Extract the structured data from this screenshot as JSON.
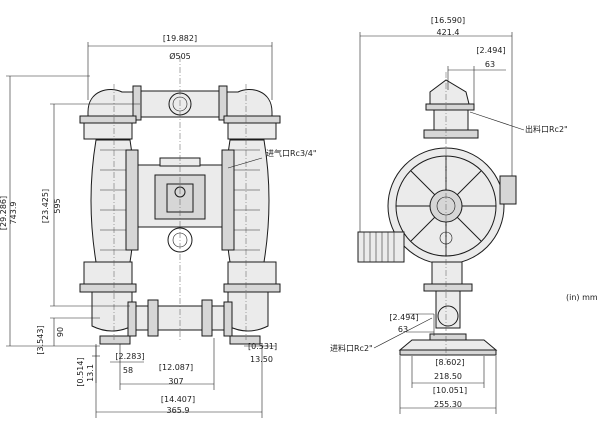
{
  "units_note": "(in) mm",
  "front_view": {
    "width_top_in": "[19.882]",
    "width_top_mm": "Ø505",
    "height_total_in": "[29.286]",
    "height_total_mm": "743.9",
    "height_inlet_in": "[23.425]",
    "height_inlet_mm": "595",
    "air_inlet": "进气口Rc3/4\"",
    "height_base_in": "[3.543]",
    "height_base_mm": "90",
    "foot_height_in": "[0.514]",
    "foot_height_mm": "13.1",
    "foot_width_in": "[2.283]",
    "foot_width_mm": "58",
    "bolt_span_in": "[12.087]",
    "bolt_span_mm": "307",
    "base_width_in": "[14.407]",
    "base_width_mm": "365.9",
    "hole_in": "[0.531]",
    "hole_mm": "13.50"
  },
  "side_view": {
    "depth_in": "[16.590]",
    "depth_mm": "421.4",
    "outlet_offset_in": "[2.494]",
    "outlet_offset_mm": "63",
    "outlet_label": "出料口Rc2\"",
    "inlet_offset_in": "[2.494]",
    "inlet_offset_mm": "63",
    "inlet_label": "进料口Rc2\"",
    "base_inner_in": "[8.602]",
    "base_inner_mm": "218.50",
    "base_outer_in": "[10.051]",
    "base_outer_mm": "255.30"
  }
}
